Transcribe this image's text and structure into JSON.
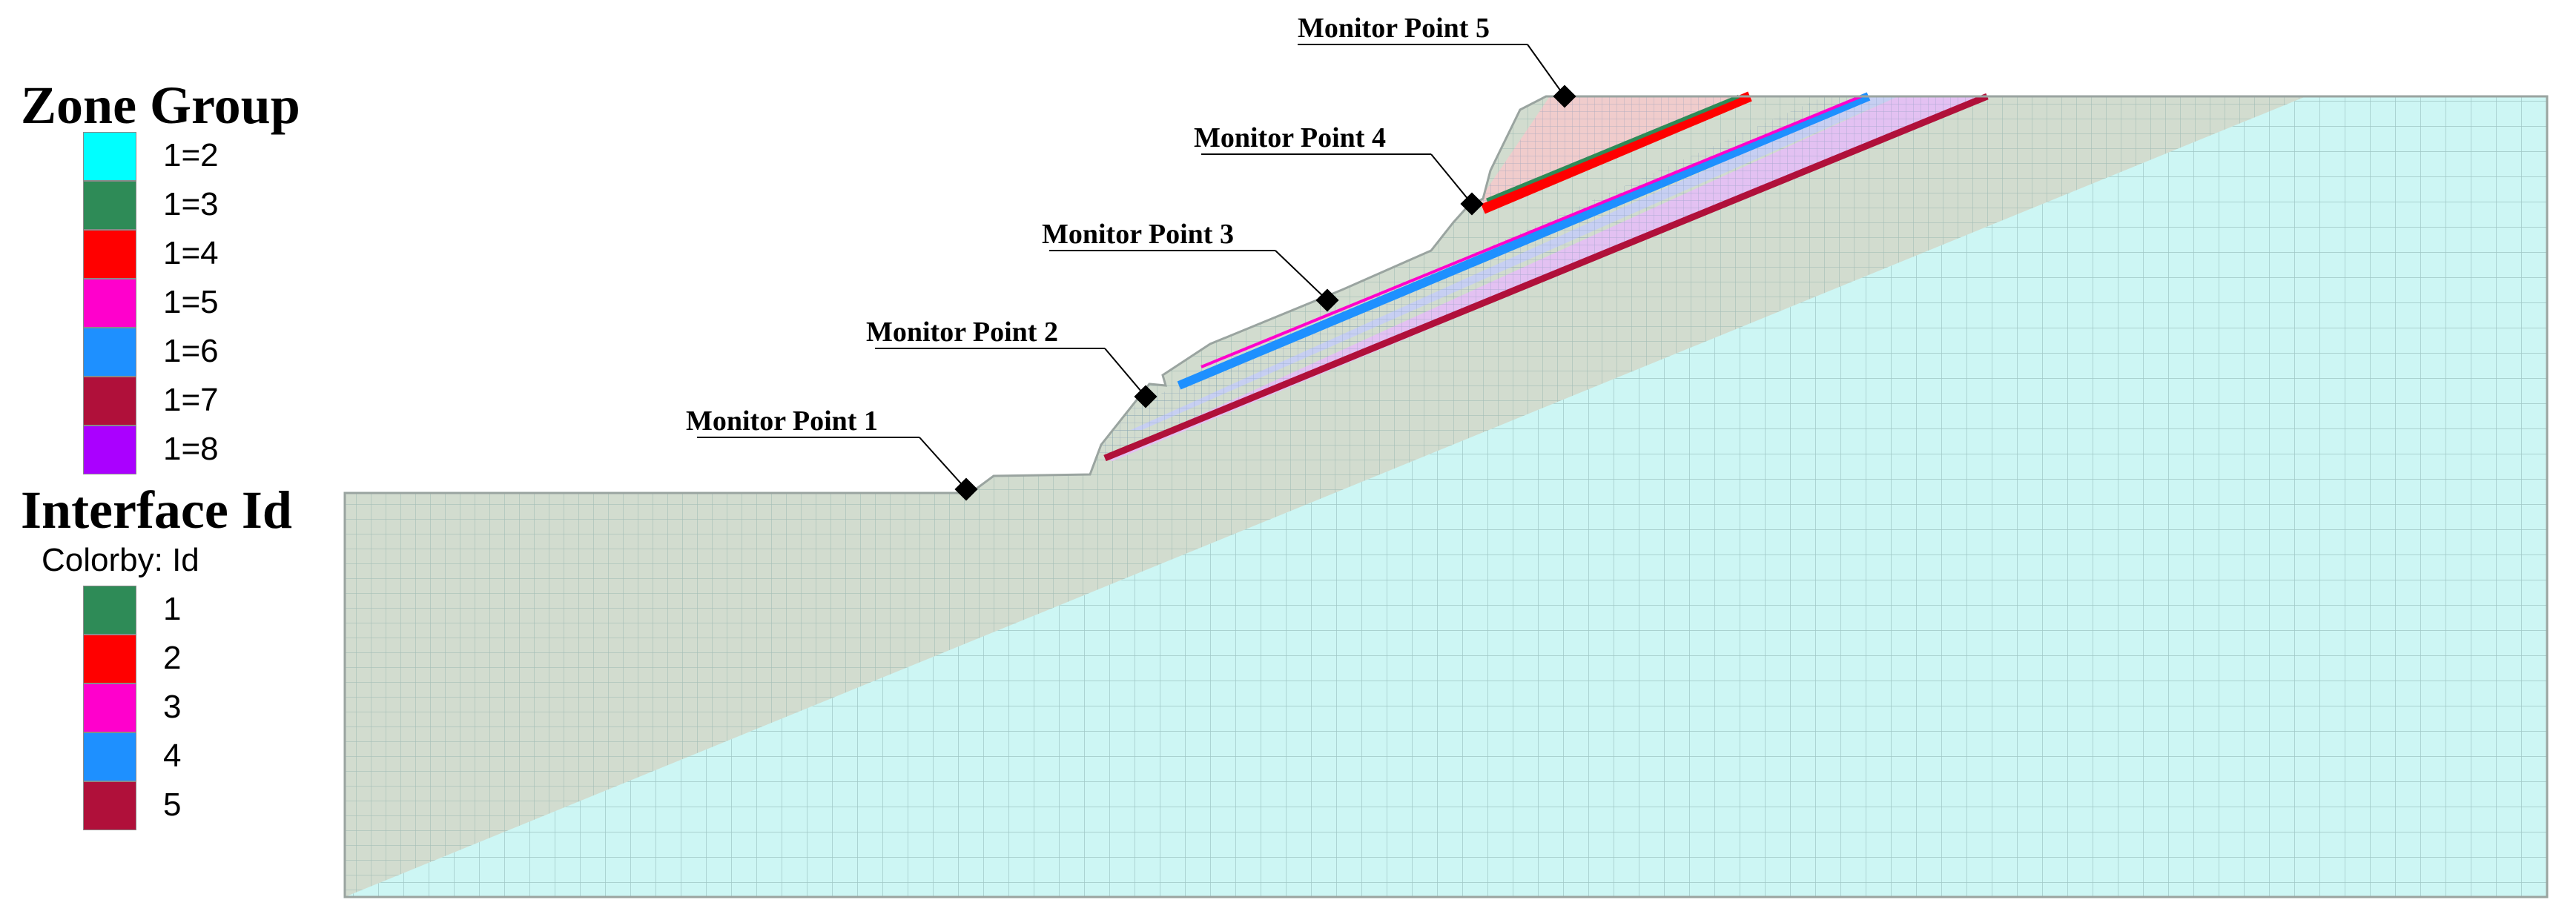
{
  "legend": {
    "zone_title": "Zone Group",
    "zone_groups": [
      {
        "label": "1=2",
        "color": "#00ffff"
      },
      {
        "label": "1=3",
        "color": "#2e8b57"
      },
      {
        "label": "1=4",
        "color": "#ff0000"
      },
      {
        "label": "1=5",
        "color": "#ff00cc"
      },
      {
        "label": "1=6",
        "color": "#1e90ff"
      },
      {
        "label": "1=7",
        "color": "#b0103a"
      },
      {
        "label": "1=8",
        "color": "#aa00ff"
      }
    ],
    "interface_title": "Interface Id",
    "colorby_label": "Colorby: Id",
    "interfaces": [
      {
        "label": "1",
        "color": "#2e8b57"
      },
      {
        "label": "2",
        "color": "#ff0000"
      },
      {
        "label": "3",
        "color": "#ff00cc"
      },
      {
        "label": "4",
        "color": "#1e90ff"
      },
      {
        "label": "5",
        "color": "#b0103a"
      }
    ]
  },
  "monitor_points": [
    {
      "label": "Monitor Point 1"
    },
    {
      "label": "Monitor Point 2"
    },
    {
      "label": "Monitor Point 3"
    },
    {
      "label": "Monitor Point 4"
    },
    {
      "label": "Monitor Point 5"
    }
  ],
  "colors": {
    "bedrock": "#cdf6f4",
    "soil": "#d2dccf",
    "mesh_line": "#8fb4b2",
    "zone_upper_fill": "#f0cccc",
    "zone_blue_fill": "#c7cff2",
    "zone_purple_fill": "#e3c1f2"
  }
}
